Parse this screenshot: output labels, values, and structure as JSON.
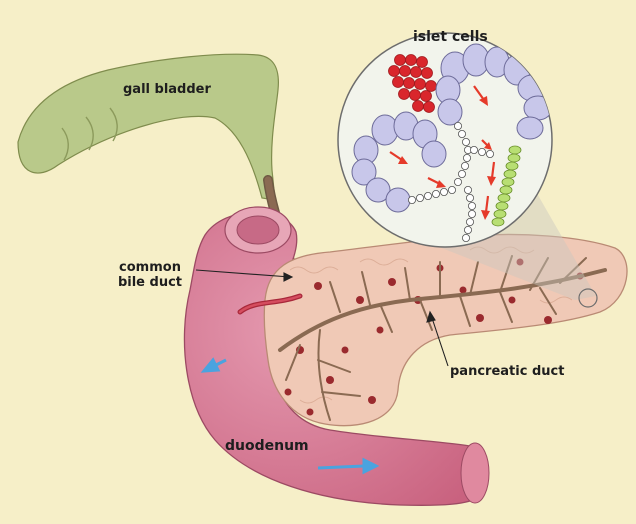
{
  "labels": {
    "gall_bladder": "gall bladder",
    "islet_cells": "islet cells",
    "common_bile_duct_line1": "common",
    "common_bile_duct_line2": "bile duct",
    "pancreatic_duct": "pancreatic duct",
    "duodenum": "duodenum"
  },
  "colors": {
    "background": "#f6efc8",
    "gall_bladder": "#b9c98a",
    "duodenum": "#d97b95",
    "pancreas": "#f0c9b6",
    "duct": "#8a6a52",
    "islet_clusters": "#c8c7ea",
    "blood_cells": "#d9262c",
    "arrows_red": "#e53a2a",
    "arrows_blue": "#4aa3df",
    "green_duct": "#b8df73"
  }
}
